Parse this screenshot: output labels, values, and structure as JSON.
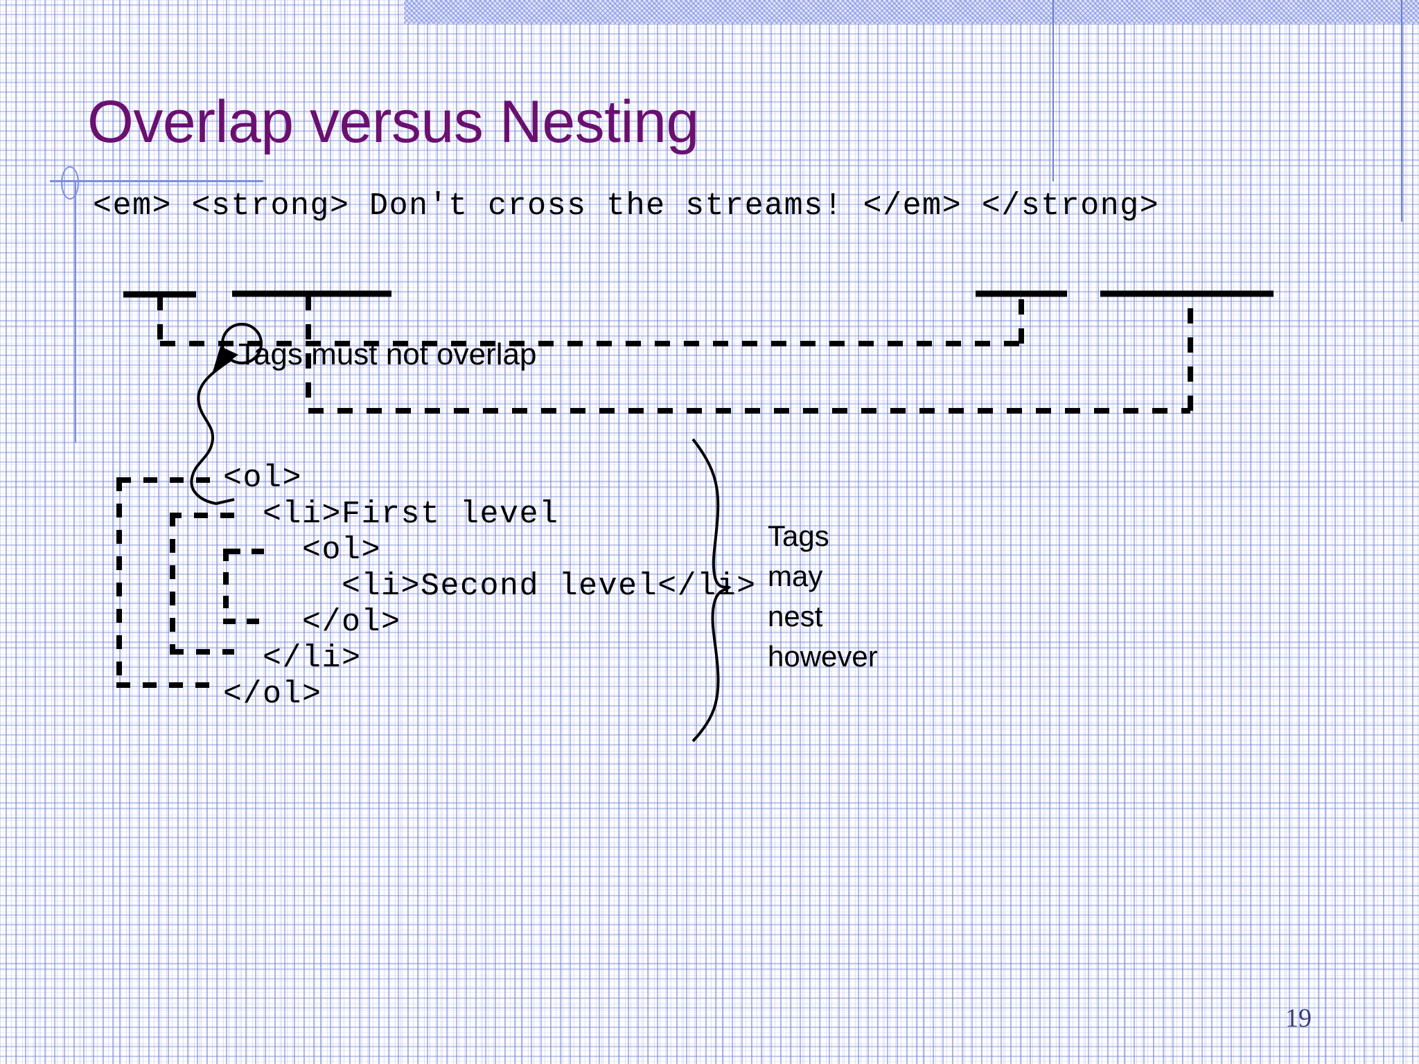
{
  "slide": {
    "title": "Overlap versus Nesting",
    "page_number": "19",
    "title_color": "#6a1070",
    "grid_color": "#7b8ede",
    "page_number_color": "#3a3a7a",
    "ink_color": "#000000"
  },
  "overlap_example": {
    "code_line": "<em> <strong> Don't cross the streams! </em> </strong>",
    "tokens": {
      "open_em": "<em>",
      "open_strong": "<strong>",
      "text": "Don't cross the streams!",
      "close_em": "</em>",
      "close_strong": "</strong>"
    },
    "caption": "Tags must not overlap"
  },
  "nesting_example": {
    "lines": [
      "<ol>",
      "  <li>First level",
      "    <ol>",
      "      <li>Second level</li>",
      "    </ol>",
      "  </li>",
      "</ol>"
    ],
    "note_lines": [
      "Tags",
      "may",
      "nest",
      "however"
    ]
  }
}
